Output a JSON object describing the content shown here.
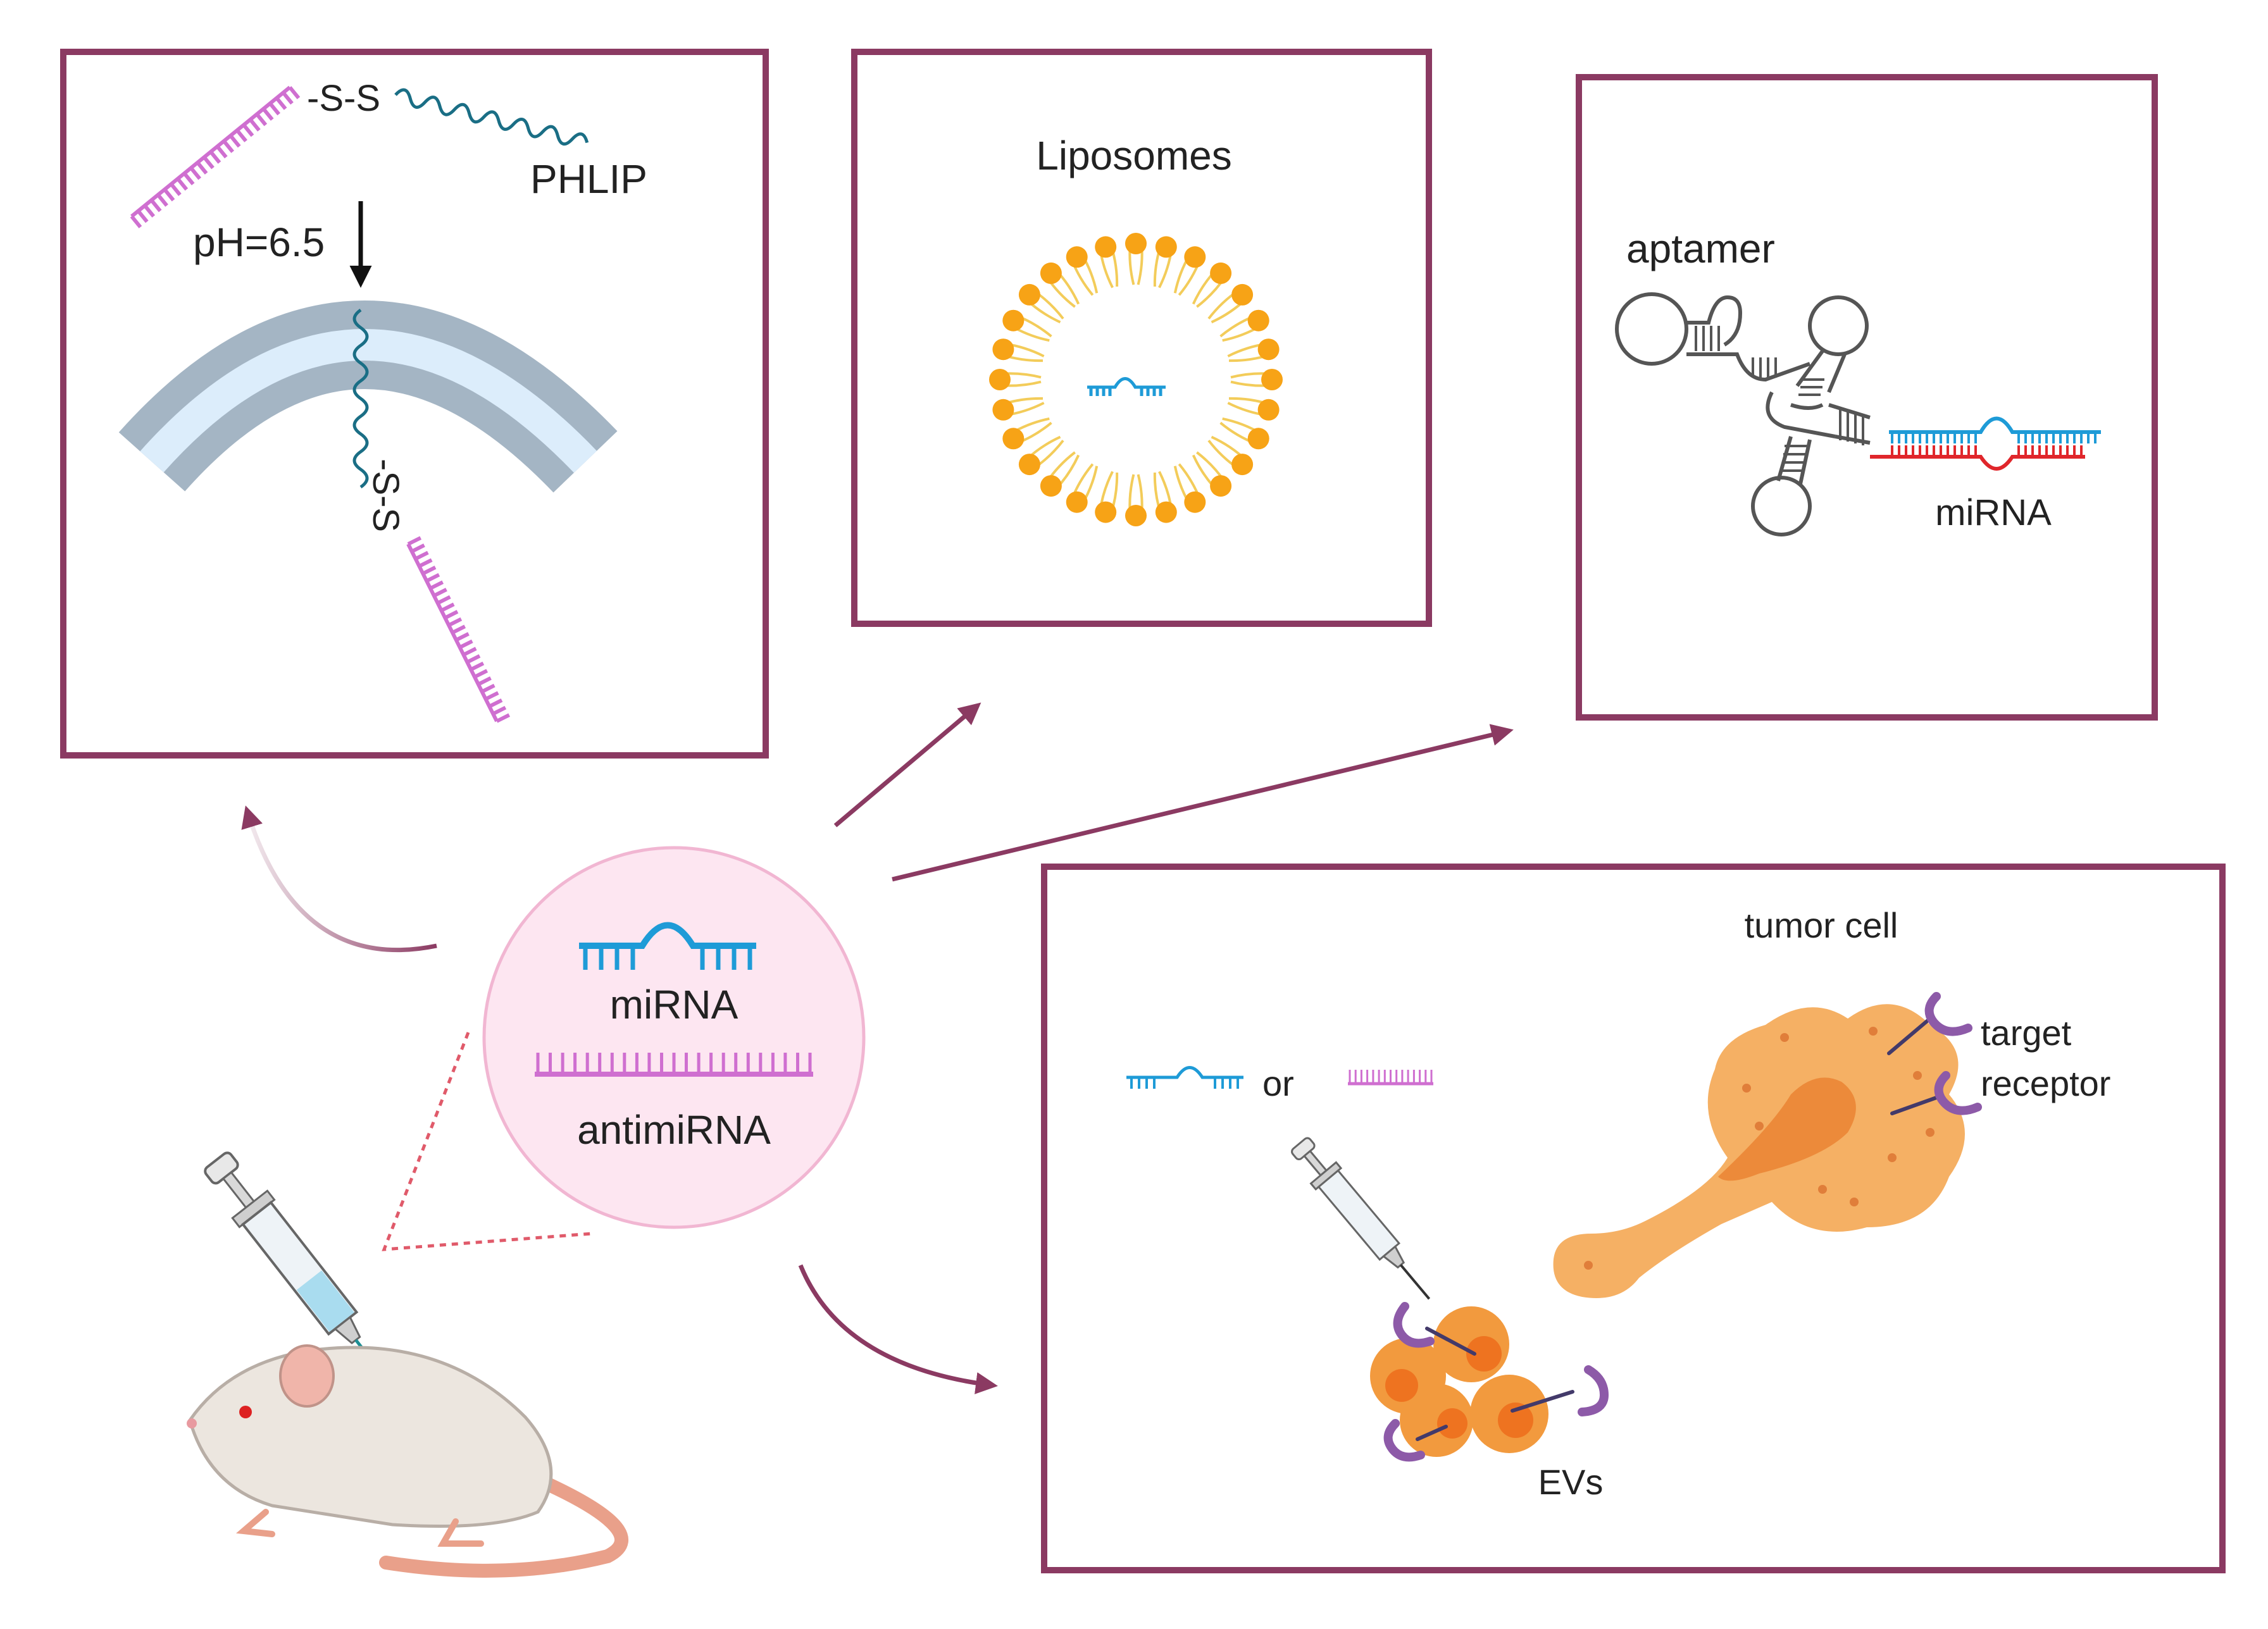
{
  "colors": {
    "frame": "#8b3a62",
    "mirna_blue": "#1e9bd7",
    "antimirna_pink": "#cf6fd0",
    "phlip_teal": "#1a6e85",
    "membrane_outer": "#a4b5c4",
    "membrane_inner": "#dcedfb",
    "lipid_orange": "#f7a316",
    "lipid_tail": "#f3cc5a",
    "aptamer_red": "#e0262b",
    "tumor_orange": "#f5b064",
    "receptor_purple": "#8d5aa8",
    "circle_fill": "#fde6f1",
    "circle_stroke": "#f1b6d2"
  },
  "phlip_panel": {
    "linker_top": "-S-S",
    "peptide_label": "PHLIP",
    "ph_label": "pH=6.5",
    "linker_bottom": "-S-S"
  },
  "liposome_panel": {
    "title": "Liposomes"
  },
  "aptamer_panel": {
    "title": "aptamer",
    "mirna_label": "miRNA"
  },
  "ev_panel": {
    "or_label": "or",
    "tumor_label": "tumor cell",
    "receptor_label_line1": "target",
    "receptor_label_line2": "receptor",
    "ev_label": "EVs"
  },
  "center": {
    "mirna_label": "miRNA",
    "antimirna_label": "antimiRNA"
  },
  "icons": [
    "mirna-icon",
    "antimirna-icon",
    "syringe-icon",
    "mouse-icon",
    "liposome-icon",
    "aptamer-icon",
    "tumor-cell-icon",
    "extracellular-vesicle-icon",
    "receptor-icon"
  ]
}
